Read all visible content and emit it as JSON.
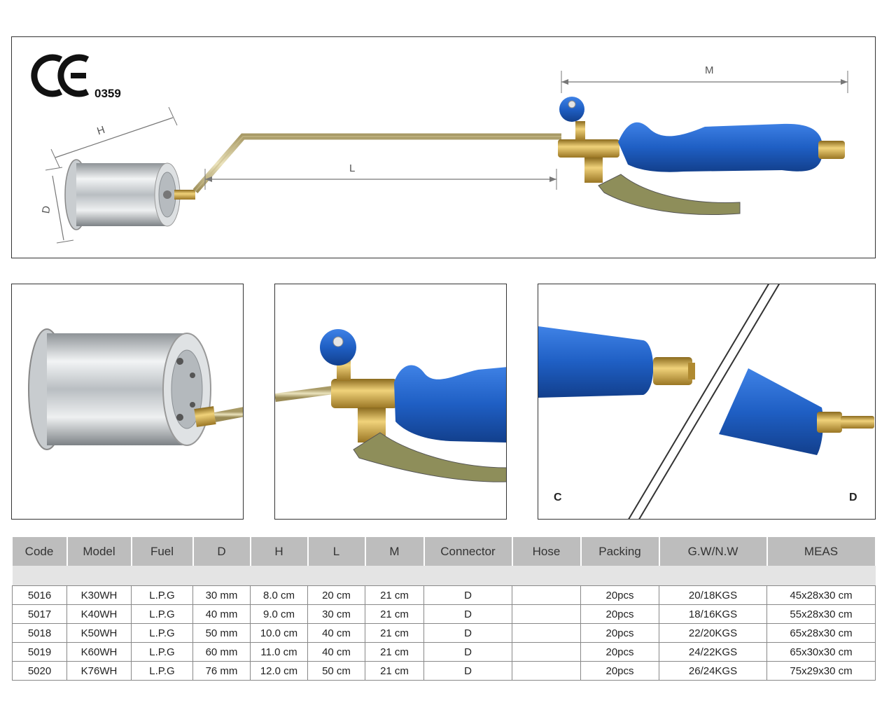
{
  "certification": {
    "mark": "CE",
    "number": "0359"
  },
  "dimensions": {
    "h": "H",
    "d": "D",
    "l": "L",
    "m": "M"
  },
  "detail_labels": {
    "c": "C",
    "d": "D"
  },
  "colors": {
    "handle_blue": "#1f5fc4",
    "brass": "#c9a24a",
    "steel": "#cfd3d6",
    "header_gray": "#bdbdbd"
  },
  "table": {
    "headers": [
      "Code",
      "Model",
      "Fuel",
      "D",
      "H",
      "L",
      "M",
      "Connector",
      "Hose",
      "Packing",
      "G.W/N.W",
      "MEAS"
    ],
    "rows": [
      [
        "5016",
        "K30WH",
        "L.P.G",
        "30 mm",
        "8.0  cm",
        "20 cm",
        "21 cm",
        "D",
        "",
        "20pcs",
        "20/18KGS",
        "45x28x30 cm"
      ],
      [
        "5017",
        "K40WH",
        "L.P.G",
        "40 mm",
        "9.0  cm",
        "30 cm",
        "21 cm",
        "D",
        "",
        "20pcs",
        "18/16KGS",
        "55x28x30 cm"
      ],
      [
        "5018",
        "K50WH",
        "L.P.G",
        "50 mm",
        "10.0 cm",
        "40 cm",
        "21 cm",
        "D",
        "",
        "20pcs",
        "22/20KGS",
        "65x28x30 cm"
      ],
      [
        "5019",
        "K60WH",
        "L.P.G",
        "60 mm",
        "11.0 cm",
        "40 cm",
        "21 cm",
        "D",
        "",
        "20pcs",
        "24/22KGS",
        "65x30x30 cm"
      ],
      [
        "5020",
        "K76WH",
        "L.P.G",
        "76 mm",
        "12.0 cm",
        "50 cm",
        "21 cm",
        "D",
        "",
        "20pcs",
        "26/24KGS",
        "75x29x30 cm"
      ]
    ]
  }
}
